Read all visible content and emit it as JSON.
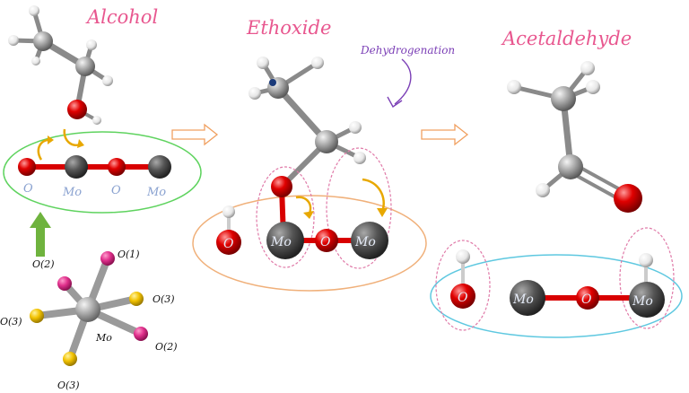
{
  "titles": {
    "alcohol": "Alcohol",
    "ethoxide": "Ethoxide",
    "acetaldehyde": "Acetaldehyde"
  },
  "step_label": "Dehydrogenation",
  "surface_labels": {
    "o": "O",
    "mo": "Mo"
  },
  "octahedron_labels": {
    "o1": "O(1)",
    "o2": "O(2)",
    "o3": "O(3)",
    "mo": "Mo"
  },
  "colors": {
    "title_pink": "#e8578f",
    "dehydro_purple": "#7b3fb6",
    "arrow_orange": "#f0a060",
    "curve_arrow": "#e8a800",
    "ring_green": "#5fd35f",
    "ring_orange": "#f0b07a",
    "ring_blue": "#5ec8e0",
    "dash_pink": "#e07aa8",
    "up_arrow_green": "#6fb33e",
    "carbon": "#9a9a9a",
    "hydrogen": "#f2f2f2",
    "oxygen": "#e00000",
    "mo_dark": "#555555",
    "oct_magenta": "#e0308c",
    "oct_yellow": "#f2c200"
  }
}
